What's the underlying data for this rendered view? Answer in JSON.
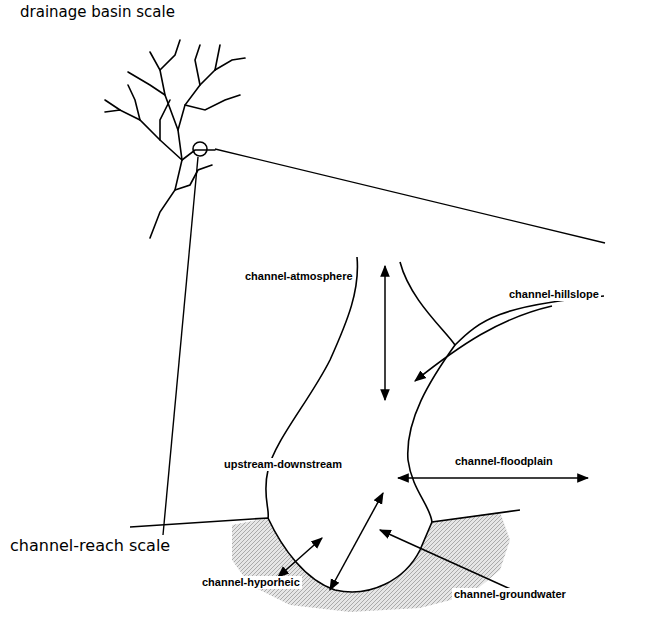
{
  "diagram": {
    "labels": [
      "drainage basin scale",
      "channel-atmosphere",
      "channel-hillslope",
      "upstream-downstream",
      "channel-floodplain",
      "channel-reach scale",
      "channel-hyporheic",
      "channel-groundwater"
    ]
  }
}
